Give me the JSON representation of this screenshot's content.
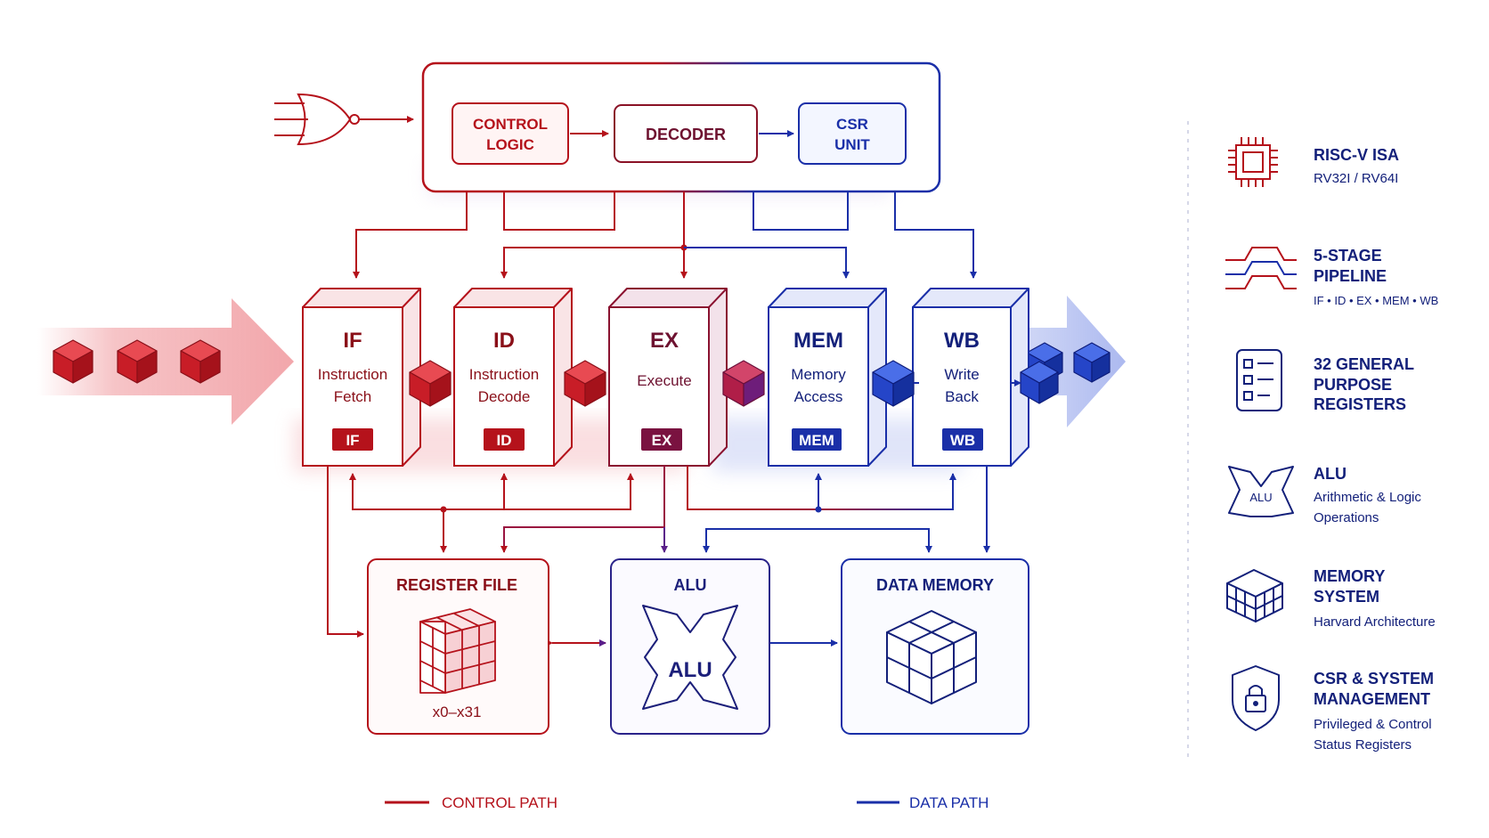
{
  "colors": {
    "control": "#b5121b",
    "data": "#1a2fa8",
    "ex": "#7a1240",
    "divider": "#c9cce0"
  },
  "control_unit": {
    "control_logic": [
      "CONTROL",
      "LOGIC"
    ],
    "decoder": "DECODER",
    "csr_unit": [
      "CSR",
      "UNIT"
    ]
  },
  "stages": [
    {
      "code": "IF",
      "desc1": "Instruction",
      "desc2": "Fetch",
      "tag": "IF"
    },
    {
      "code": "ID",
      "desc1": "Instruction",
      "desc2": "Decode",
      "tag": "ID"
    },
    {
      "code": "EX",
      "desc1": "Execute",
      "desc2": "",
      "tag": "EX"
    },
    {
      "code": "MEM",
      "desc1": "Memory",
      "desc2": "Access",
      "tag": "MEM"
    },
    {
      "code": "WB",
      "desc1": "Write",
      "desc2": "Back",
      "tag": "WB"
    }
  ],
  "blocks": {
    "register_file": {
      "title": "REGISTER FILE",
      "range": "x0–x31"
    },
    "alu": {
      "title": "ALU",
      "icon_label": "ALU"
    },
    "data_memory": {
      "title": "DATA MEMORY"
    }
  },
  "legend": {
    "control_path": "CONTROL PATH",
    "data_path": "DATA PATH"
  },
  "features": [
    {
      "icon": "cpu-chip-icon",
      "title1": "RISC-V ISA",
      "title2": "",
      "desc1": "RV32I / RV64I",
      "desc2": ""
    },
    {
      "icon": "pipeline-waveform-icon",
      "title1": "5-STAGE",
      "title2": "PIPELINE",
      "desc1": "IF • ID • EX • MEM • WB",
      "desc2": ""
    },
    {
      "icon": "register-list-icon",
      "title1": "32 GENERAL",
      "title2": "PURPOSE",
      "title3": "REGISTERS",
      "desc1": "",
      "desc2": ""
    },
    {
      "icon": "alu-icon",
      "icon_label": "ALU",
      "title1": "ALU",
      "title2": "",
      "desc1": "Arithmetic & Logic",
      "desc2": "Operations"
    },
    {
      "icon": "memory-system-icon",
      "title1": "MEMORY",
      "title2": "SYSTEM",
      "desc1": "Harvard Architecture",
      "desc2": ""
    },
    {
      "icon": "lock-shield-icon",
      "title1": "CSR & SYSTEM",
      "title2": "MANAGEMENT",
      "desc1": "Privileged & Control",
      "desc2": "Status Registers"
    }
  ]
}
